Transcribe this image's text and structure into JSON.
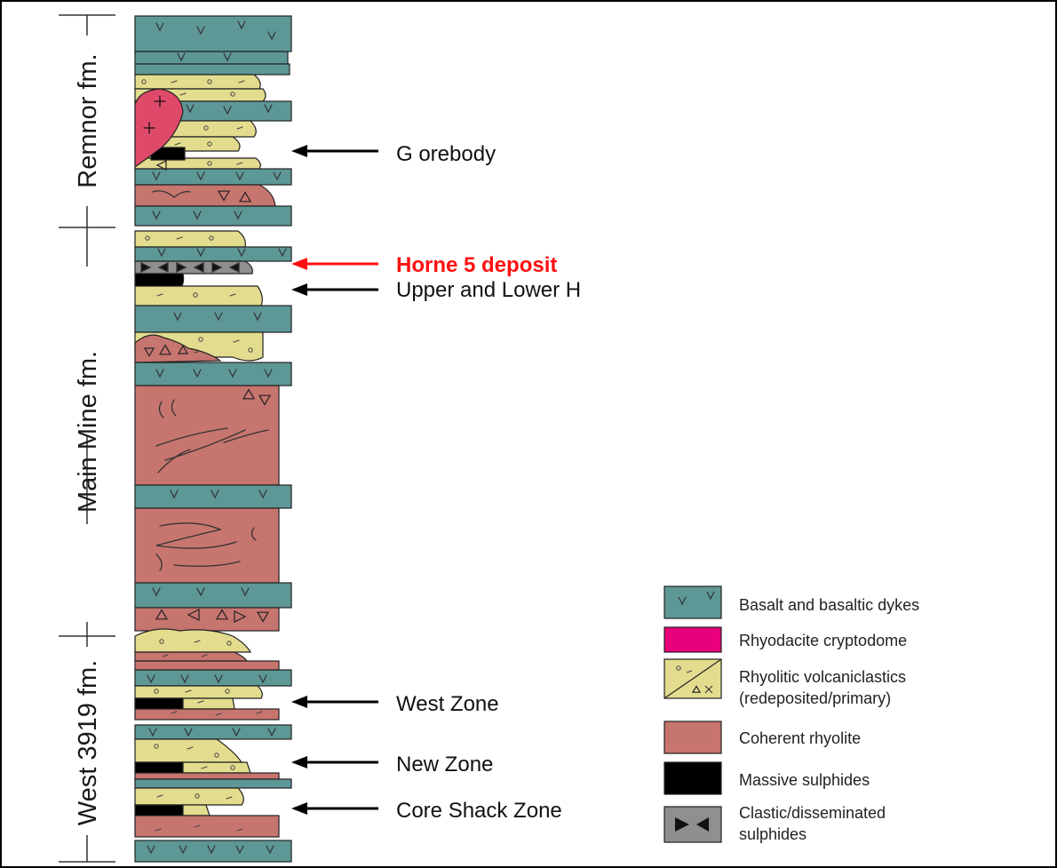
{
  "formations": [
    {
      "id": "remnor",
      "label": "Remnor fm."
    },
    {
      "id": "main-mine",
      "label": "Main Mine fm."
    },
    {
      "id": "west-3919",
      "label": "West 3919 fm."
    }
  ],
  "annotations": [
    {
      "id": "g-orebody",
      "label": "G orebody",
      "highlight": false
    },
    {
      "id": "horne-5",
      "label": "Horne 5 deposit",
      "highlight": true
    },
    {
      "id": "upper-lower-h",
      "label": "Upper and Lower H",
      "highlight": false
    },
    {
      "id": "west-zone",
      "label": "West Zone",
      "highlight": false
    },
    {
      "id": "new-zone",
      "label": "New Zone",
      "highlight": false
    },
    {
      "id": "core-shack",
      "label": "Core Shack Zone",
      "highlight": false
    }
  ],
  "legend": [
    {
      "id": "basalt",
      "label": "Basalt and basaltic dykes"
    },
    {
      "id": "rhyodacite",
      "label": "Rhyodacite cryptodome"
    },
    {
      "id": "volcaniclastics",
      "label": "Rhyolitic volcaniclastics",
      "label2": "(redeposited/primary)"
    },
    {
      "id": "rhyolite",
      "label": "Coherent rhyolite"
    },
    {
      "id": "massive",
      "label": "Massive sulphides"
    },
    {
      "id": "clastic",
      "label": "Clastic/disseminated",
      "label2": "sulphides"
    }
  ],
  "colors": {
    "basalt": "#5d9796",
    "rhyodacite": "#e8007d",
    "rhyodacite_column": "#e04a6a",
    "volcaniclastic": "#e3dc8e",
    "rhyolite": "#c7756f",
    "massive": "#000000",
    "clastic": "#8f8f8f",
    "highlight": "#ff1010",
    "arrow": "#000000"
  }
}
